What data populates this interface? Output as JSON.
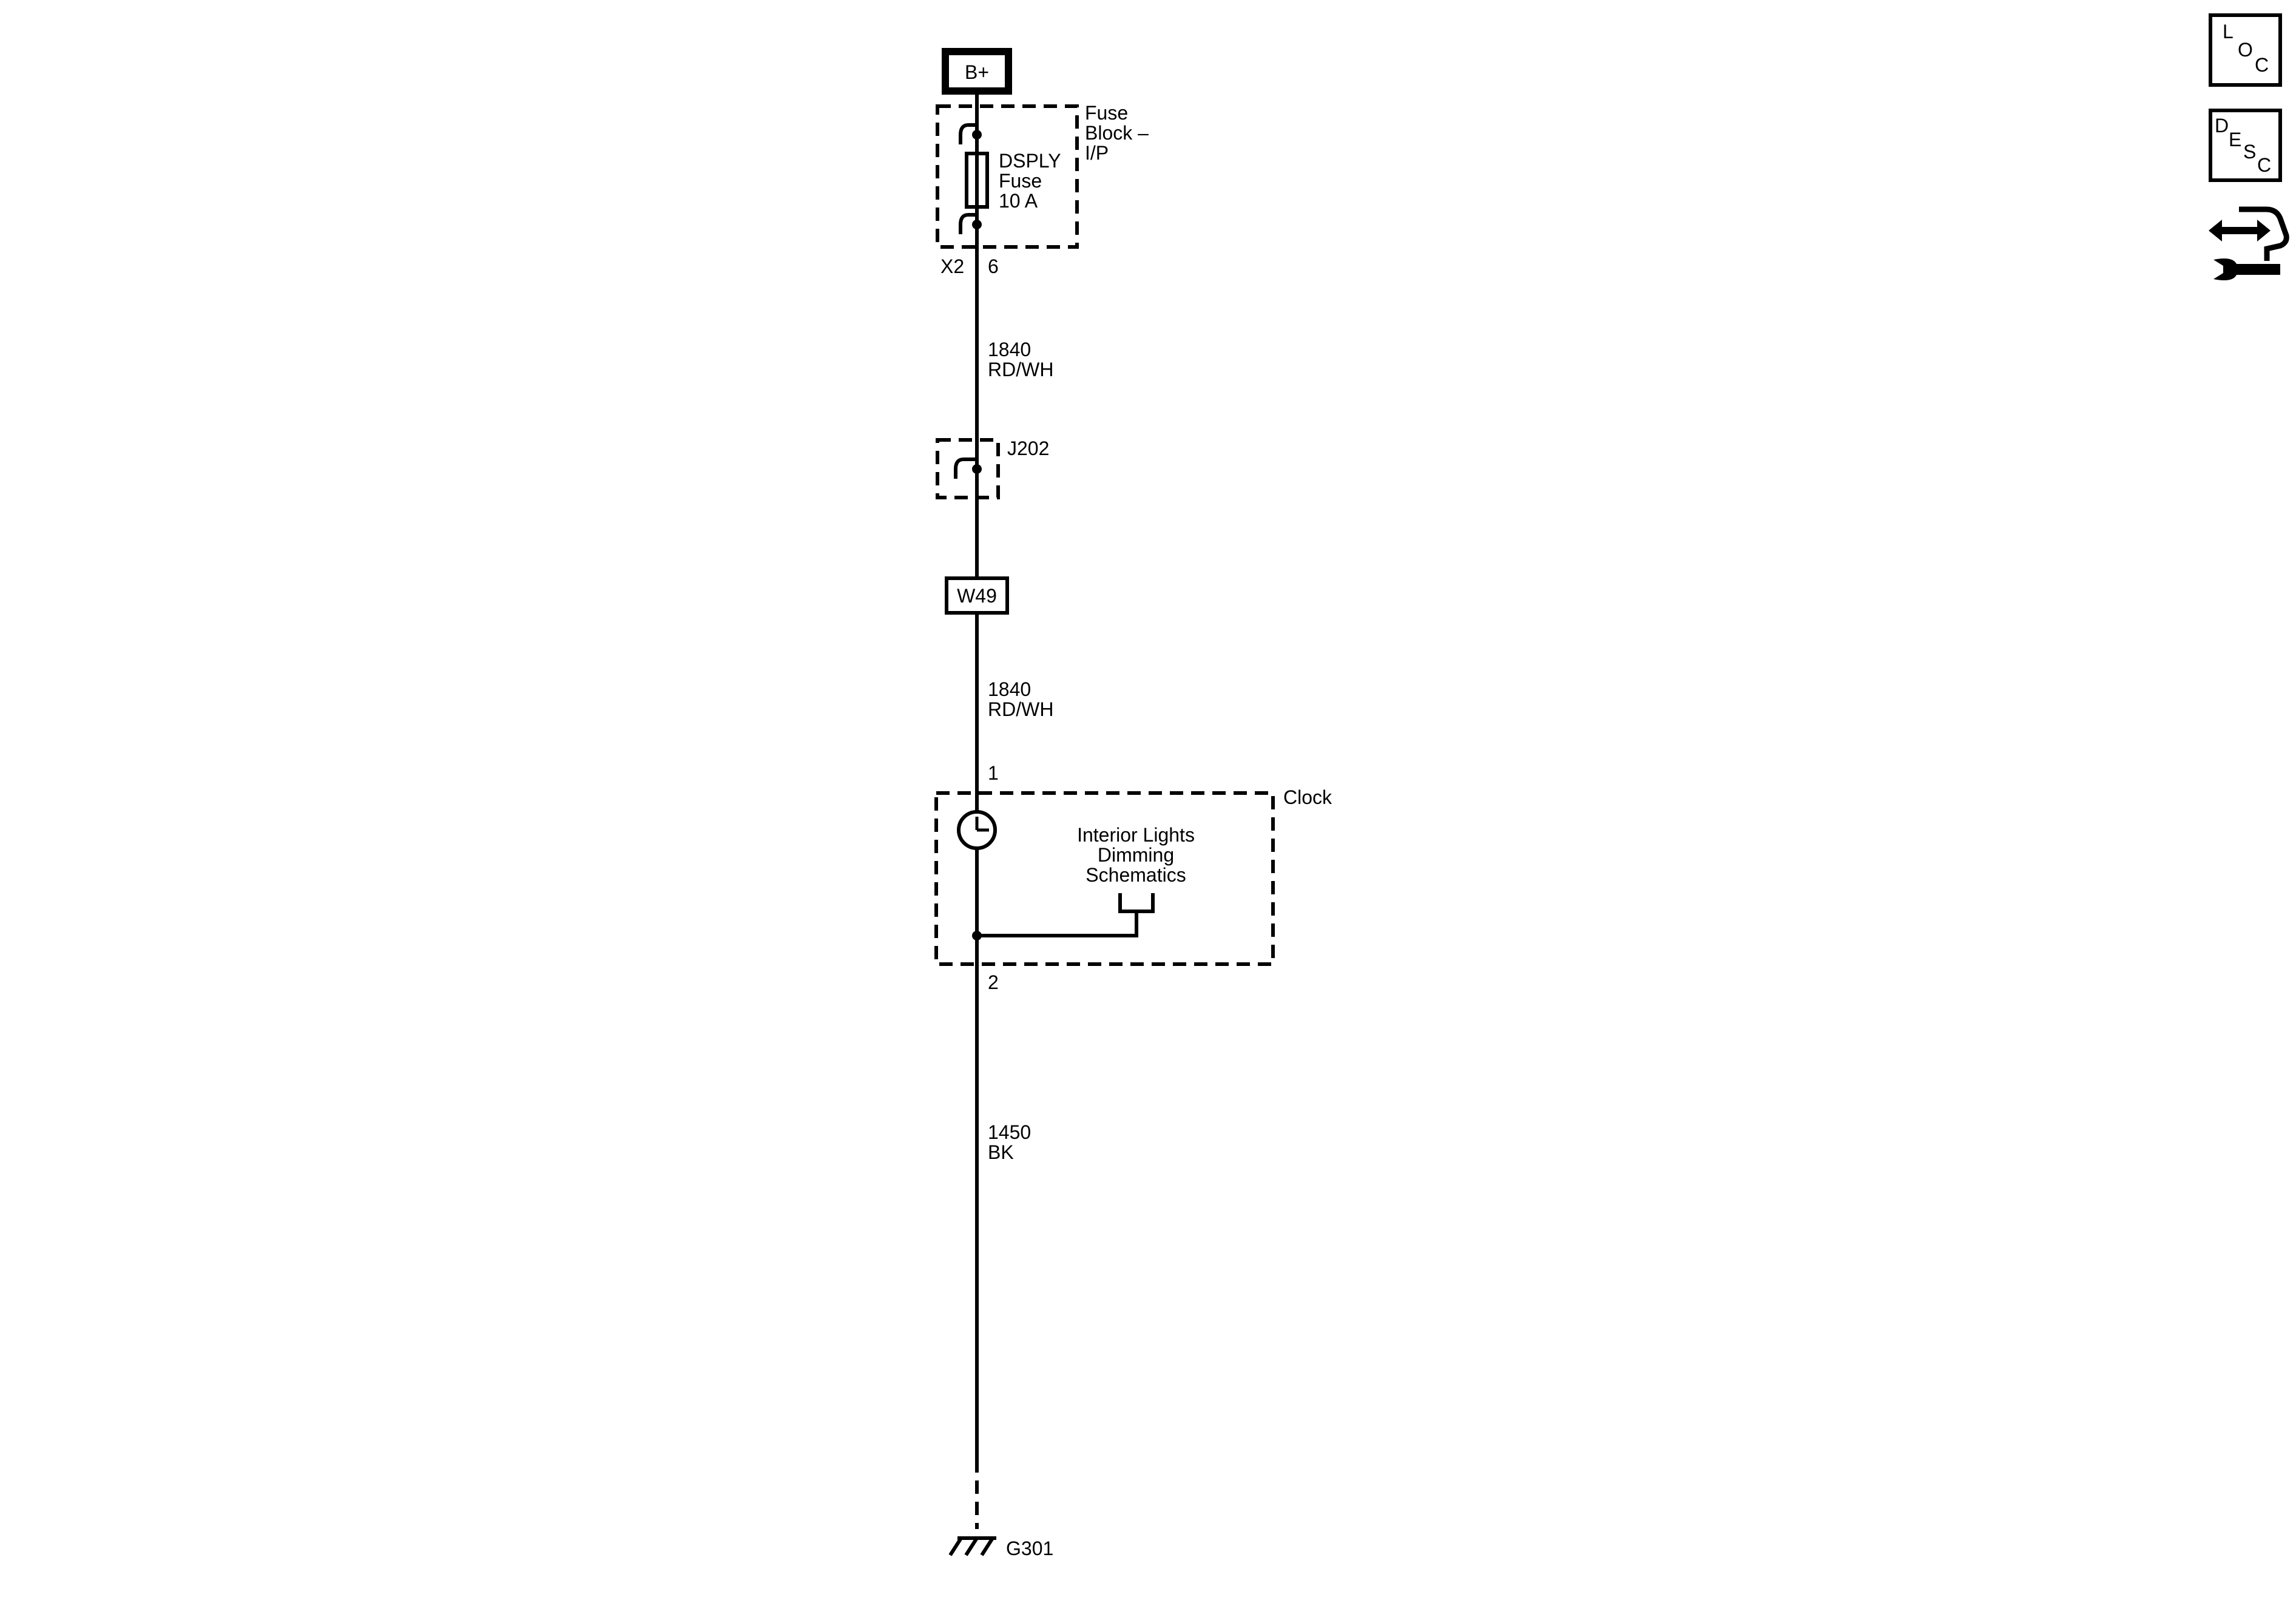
{
  "power_source": {
    "label": "B+"
  },
  "fuse_block": {
    "title_line1": "Fuse",
    "title_line2": "Block –",
    "title_line3": "I/P",
    "fuse_name_line1": "DSPLY",
    "fuse_name_line2": "Fuse",
    "fuse_rating": "10 A",
    "connector": "X2",
    "pin": "6"
  },
  "wires": [
    {
      "circuit": "1840",
      "color": "RD/WH"
    },
    {
      "circuit": "1840",
      "color": "RD/WH"
    },
    {
      "circuit": "1450",
      "color": "BK"
    }
  ],
  "splice": {
    "label": "J202"
  },
  "inline_connector": {
    "label": "W49"
  },
  "clock": {
    "title": "Clock",
    "pin_in": "1",
    "pin_out": "2",
    "reference_line1": "Interior Lights",
    "reference_line2": "Dimming",
    "reference_line3": "Schematics"
  },
  "ground": {
    "label": "G301"
  },
  "nav_icons": {
    "loc": {
      "l1": "L",
      "l2": "O",
      "l3": "C",
      "icon": "location-icon"
    },
    "desc": {
      "l1": "D",
      "l2": "E",
      "l3": "S",
      "l4": "C",
      "icon": "description-icon"
    },
    "service": {
      "icon": "connector-service-icon"
    }
  }
}
